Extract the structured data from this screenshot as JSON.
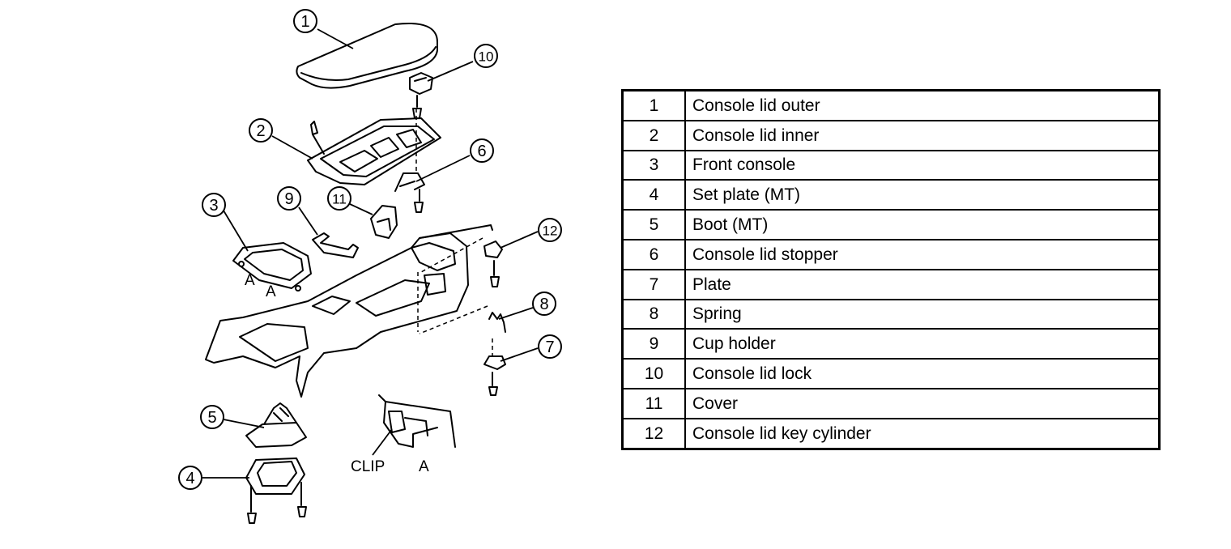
{
  "callouts": [
    "1",
    "2",
    "3",
    "4",
    "5",
    "6",
    "7",
    "8",
    "9",
    "10",
    "11",
    "12"
  ],
  "labels": {
    "a1": "A",
    "a2": "A",
    "a3": "A",
    "clip": "CLIP"
  },
  "legend": [
    {
      "num": "1",
      "name": "Console lid outer"
    },
    {
      "num": "2",
      "name": "Console lid inner"
    },
    {
      "num": "3",
      "name": "Front console"
    },
    {
      "num": "4",
      "name": "Set plate (MT)"
    },
    {
      "num": "5",
      "name": "Boot (MT)"
    },
    {
      "num": "6",
      "name": "Console lid stopper"
    },
    {
      "num": "7",
      "name": "Plate"
    },
    {
      "num": "8",
      "name": "Spring"
    },
    {
      "num": "9",
      "name": "Cup holder"
    },
    {
      "num": "10",
      "name": "Console lid lock"
    },
    {
      "num": "11",
      "name": "Cover"
    },
    {
      "num": "12",
      "name": "Console lid key cylinder"
    }
  ]
}
